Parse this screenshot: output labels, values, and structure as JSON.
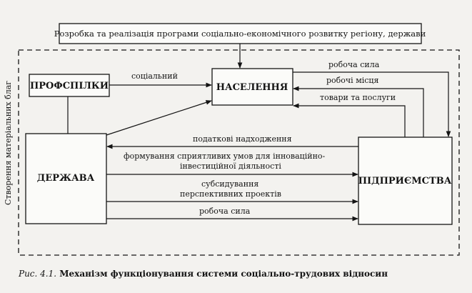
{
  "program_box": "Розробка та реалізація програми соціально-економічного розвитку регіону, держави",
  "boxes": {
    "profspilky": "ПРОФСПІЛКИ",
    "naselennia": "НАСЕЛЕННЯ",
    "derzhava": "ДЕРЖАВА",
    "pidpryiemstva": "ПІДПРИЄМСТВА"
  },
  "side_label": "Створення матеріальних благ",
  "arrows": {
    "sotsialnyi": "соціальний",
    "robocha_syla_top": "робоча сила",
    "robochi_mistsia": "робочі місця",
    "tovary_posluhy": "товари та послуги",
    "podatkovi": "податкові надходження",
    "formuvannia_1": "формування сприятливих умов для інноваційно-",
    "formuvannia_2": "інвестиційної діяльності",
    "subsyduvannia_1": "субсидування",
    "subsyduvannia_2": "перспективних проектів",
    "robocha_syla_bottom": "робоча сила"
  },
  "caption": {
    "prefix": "Рис. 4.1.",
    "text": " Механізм функціонування системи соціально-трудових відносин"
  }
}
